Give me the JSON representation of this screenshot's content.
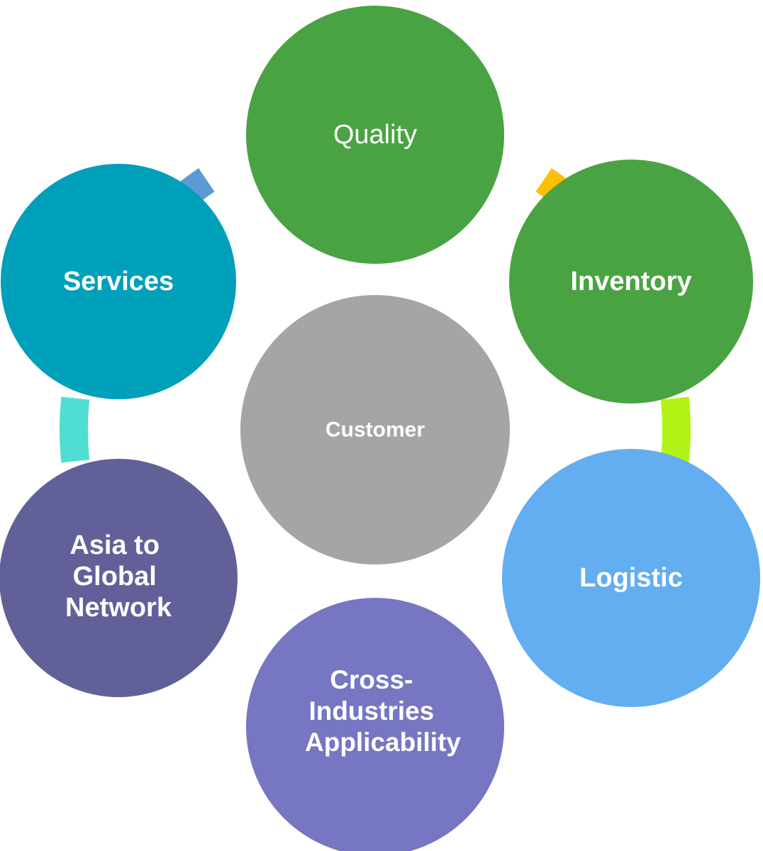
{
  "center": {
    "label": "Customer",
    "color": "#a5a5a5"
  },
  "nodes": [
    {
      "id": "quality",
      "lines": [
        "Quality"
      ],
      "color": "#4aa342",
      "bold": false
    },
    {
      "id": "inventory",
      "lines": [
        "Inventory"
      ],
      "color": "#4aa342",
      "bold": true
    },
    {
      "id": "logistic",
      "lines": [
        "Logistic"
      ],
      "color": "#62aef0",
      "bold": true
    },
    {
      "id": "cross-industries",
      "lines": [
        "Cross-",
        "Industries",
        "Applicability"
      ],
      "color": "#7676c2",
      "bold": true
    },
    {
      "id": "asia-global",
      "lines": [
        "Asia  to",
        "Global",
        "Network"
      ],
      "color": "#616099",
      "bold": true
    },
    {
      "id": "services",
      "lines": [
        "Services"
      ],
      "color": "#009fba",
      "bold": true
    }
  ],
  "connectors": [
    {
      "from": "quality",
      "to": "inventory",
      "color": "#ffc000"
    },
    {
      "from": "inventory",
      "to": "logistic",
      "color": "#b3f217"
    },
    {
      "from": "logistic",
      "to": "cross-industries",
      "color": "#4ce82c"
    },
    {
      "from": "cross-industries",
      "to": "asia-global",
      "color": "#3de07f"
    },
    {
      "from": "asia-global",
      "to": "services",
      "color": "#4fddd4"
    },
    {
      "from": "services",
      "to": "quality",
      "color": "#5b9bd5"
    }
  ]
}
